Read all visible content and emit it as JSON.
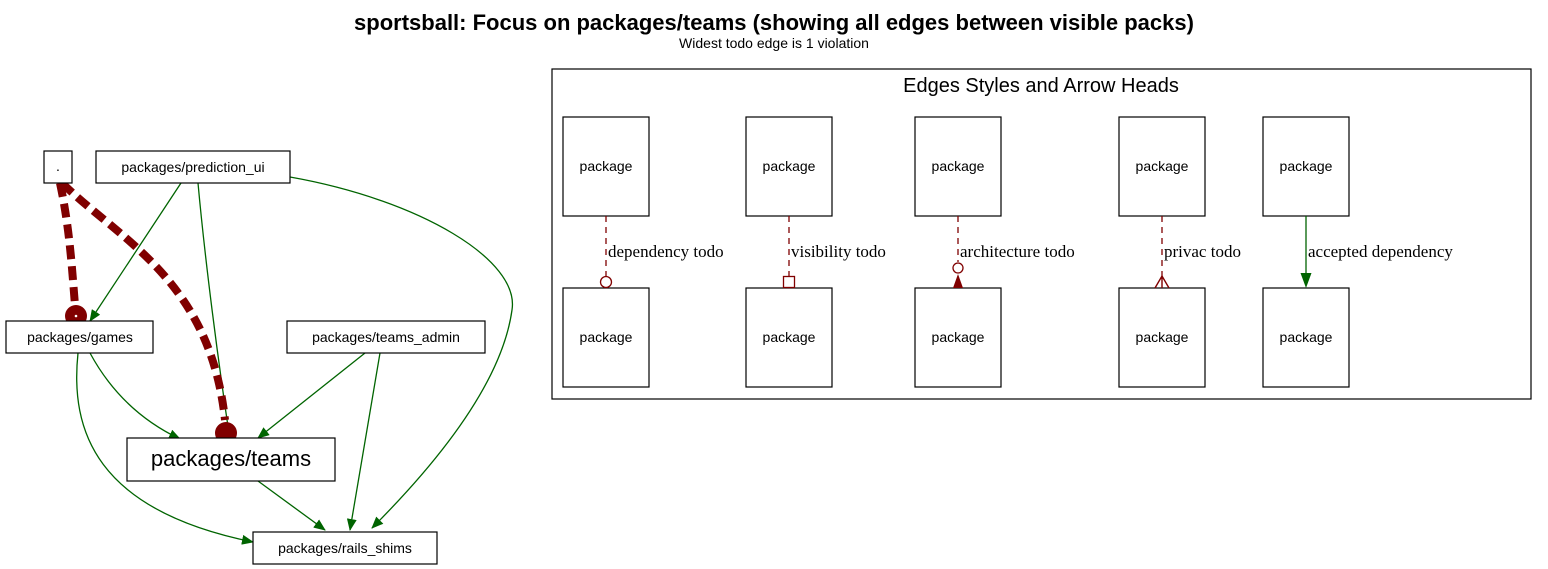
{
  "title": "sportsball: Focus on packages/teams (showing all edges between visible packs)",
  "subtitle": "Widest todo edge is 1 violation",
  "nodes": {
    "root": ".",
    "prediction_ui": "packages/prediction_ui",
    "games": "packages/games",
    "teams_admin": "packages/teams_admin",
    "teams": "packages/teams",
    "rails_shims": "packages/rails_shims"
  },
  "legend": {
    "title": "Edges Styles and Arrow Heads",
    "package_label": "package",
    "items": [
      {
        "label": "dependency todo",
        "arrow": "open-circle",
        "color": "#800000",
        "style": "dashed"
      },
      {
        "label": "visibility todo",
        "arrow": "open-box",
        "color": "#800000",
        "style": "dashed"
      },
      {
        "label": "architecture todo",
        "arrow": "circle-over-filled-arrow",
        "color": "#800000",
        "style": "dashed"
      },
      {
        "label": "privac todo",
        "arrow": "crow-foot",
        "color": "#800000",
        "style": "dashed"
      },
      {
        "label": "accepted dependency",
        "arrow": "filled-arrow",
        "color": "#006400",
        "style": "solid"
      }
    ]
  },
  "colors": {
    "accepted": "#006400",
    "todo": "#800000",
    "border": "#000000",
    "background": "#ffffff"
  }
}
